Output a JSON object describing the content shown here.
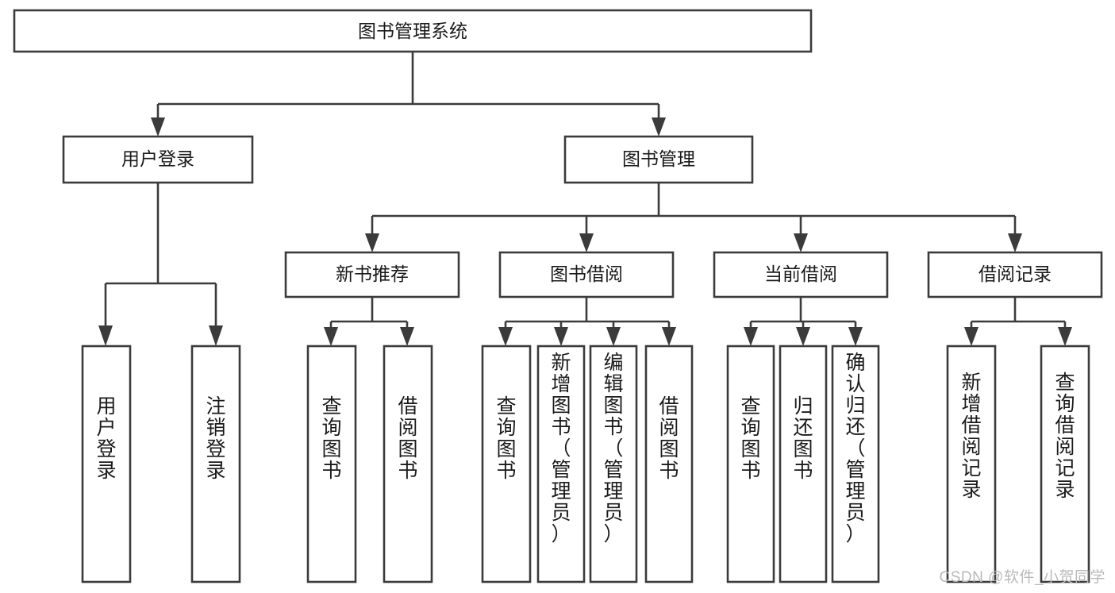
{
  "diagram": {
    "type": "tree-hierarchy",
    "title": "图书管理系统",
    "orientation": "top-down",
    "colors": {
      "stroke": "#3b3b3b",
      "box_fill": "#ffffff",
      "text": "#1a1a1a",
      "background": "#ffffff",
      "watermark": "#b9b9b9"
    },
    "levels": [
      {
        "level": 1,
        "nodes": [
          {
            "id": "root",
            "label": "图书管理系统",
            "orientation": "horizontal"
          }
        ]
      },
      {
        "level": 2,
        "nodes": [
          {
            "id": "user-login",
            "label": "用户登录",
            "orientation": "horizontal",
            "parent": "root"
          },
          {
            "id": "book-manage",
            "label": "图书管理",
            "orientation": "horizontal",
            "parent": "root"
          }
        ]
      },
      {
        "level": 3,
        "nodes": [
          {
            "id": "new-book-rec",
            "label": "新书推荐",
            "orientation": "horizontal",
            "parent": "book-manage"
          },
          {
            "id": "book-borrow",
            "label": "图书借阅",
            "orientation": "horizontal",
            "parent": "book-manage"
          },
          {
            "id": "current-borrow",
            "label": "当前借阅",
            "orientation": "horizontal",
            "parent": "book-manage"
          },
          {
            "id": "borrow-record",
            "label": "借阅记录",
            "orientation": "horizontal",
            "parent": "book-manage"
          }
        ]
      },
      {
        "level": 4,
        "nodes": [
          {
            "id": "leaf-user-login",
            "label": "用户登录",
            "orientation": "vertical",
            "parent": "user-login"
          },
          {
            "id": "leaf-user-logout",
            "label": "注销登录",
            "orientation": "vertical",
            "parent": "user-login"
          },
          {
            "id": "leaf-query-book-1",
            "label": "查询图书",
            "orientation": "vertical",
            "parent": "new-book-rec"
          },
          {
            "id": "leaf-borrow-book-1",
            "label": "借阅图书",
            "orientation": "vertical",
            "parent": "new-book-rec"
          },
          {
            "id": "leaf-query-book-2",
            "label": "查询图书",
            "orientation": "vertical",
            "parent": "book-borrow"
          },
          {
            "id": "leaf-add-book",
            "label": "新增图书（管理员）",
            "orientation": "vertical",
            "parent": "book-borrow"
          },
          {
            "id": "leaf-edit-book",
            "label": "编辑图书（管理员）",
            "orientation": "vertical",
            "parent": "book-borrow"
          },
          {
            "id": "leaf-borrow-book-2",
            "label": "借阅图书",
            "orientation": "vertical",
            "parent": "book-borrow"
          },
          {
            "id": "leaf-query-book-3",
            "label": "查询图书",
            "orientation": "vertical",
            "parent": "current-borrow"
          },
          {
            "id": "leaf-return-book",
            "label": "归还图书",
            "orientation": "vertical",
            "parent": "current-borrow"
          },
          {
            "id": "leaf-confirm-return",
            "label": "确认归还（管理员）",
            "orientation": "vertical",
            "parent": "current-borrow"
          },
          {
            "id": "leaf-add-record",
            "label": "新增借阅记录",
            "orientation": "vertical",
            "parent": "borrow-record"
          },
          {
            "id": "leaf-query-record",
            "label": "查询借阅记录",
            "orientation": "vertical",
            "parent": "borrow-record"
          }
        ]
      }
    ]
  },
  "watermark": {
    "text": "CSDN @软件_小贺同学"
  }
}
